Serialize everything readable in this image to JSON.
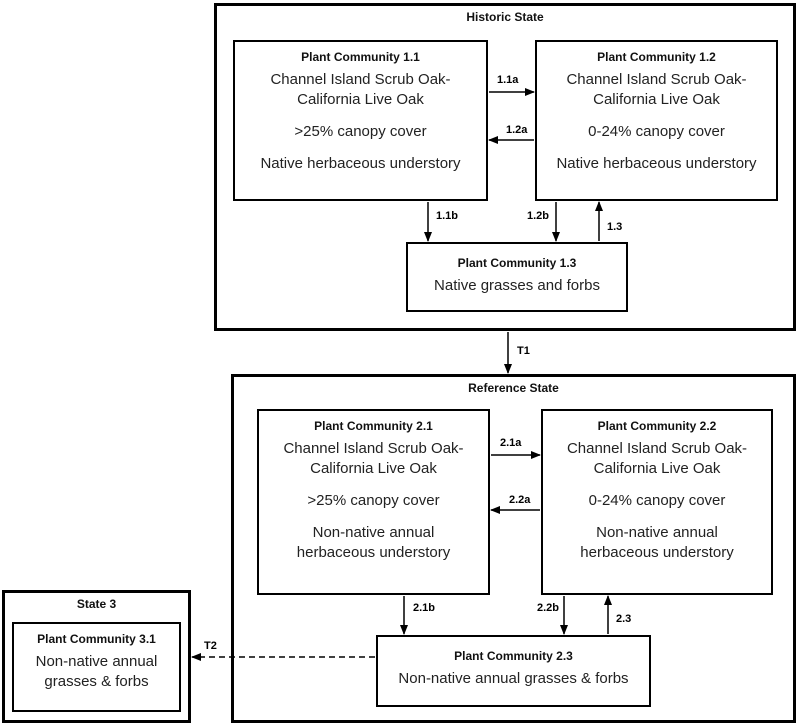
{
  "states": {
    "historic": {
      "title": "Historic State",
      "pc11": {
        "title": "Plant Community 1.1",
        "lines": [
          "Channel Island Scrub Oak-",
          "California Live Oak",
          ">25% canopy cover",
          "Native herbaceous understory"
        ]
      },
      "pc12": {
        "title": "Plant Community 1.2",
        "lines": [
          "Channel Island Scrub Oak-",
          "California Live Oak",
          "0-24% canopy cover",
          "Native herbaceous understory"
        ]
      },
      "pc13": {
        "title": "Plant Community 1.3",
        "lines": [
          "Native grasses and forbs"
        ]
      }
    },
    "reference": {
      "title": "Reference State",
      "pc21": {
        "title": "Plant Community 2.1",
        "lines": [
          "Channel Island Scrub Oak-",
          "California Live Oak",
          ">25% canopy cover",
          "Non-native annual",
          "herbaceous understory"
        ]
      },
      "pc22": {
        "title": "Plant Community 2.2",
        "lines": [
          "Channel Island Scrub Oak-",
          "California Live Oak",
          "0-24% canopy cover",
          "Non-native annual",
          "herbaceous understory"
        ]
      },
      "pc23": {
        "title": "Plant Community 2.3",
        "lines": [
          "Non-native annual grasses & forbs"
        ]
      }
    },
    "state3": {
      "title": "State 3",
      "pc31": {
        "title": "Plant Community 3.1",
        "lines": [
          "Non-native annual",
          "grasses & forbs"
        ]
      }
    }
  },
  "transitions": {
    "t11a": "1.1a",
    "t12a": "1.2a",
    "t11b": "1.1b",
    "t12b": "1.2b",
    "t13": "1.3",
    "T1": "T1",
    "t21a": "2.1a",
    "t22a": "2.2a",
    "t21b": "2.1b",
    "t22b": "2.2b",
    "t23": "2.3",
    "T2": "T2"
  }
}
